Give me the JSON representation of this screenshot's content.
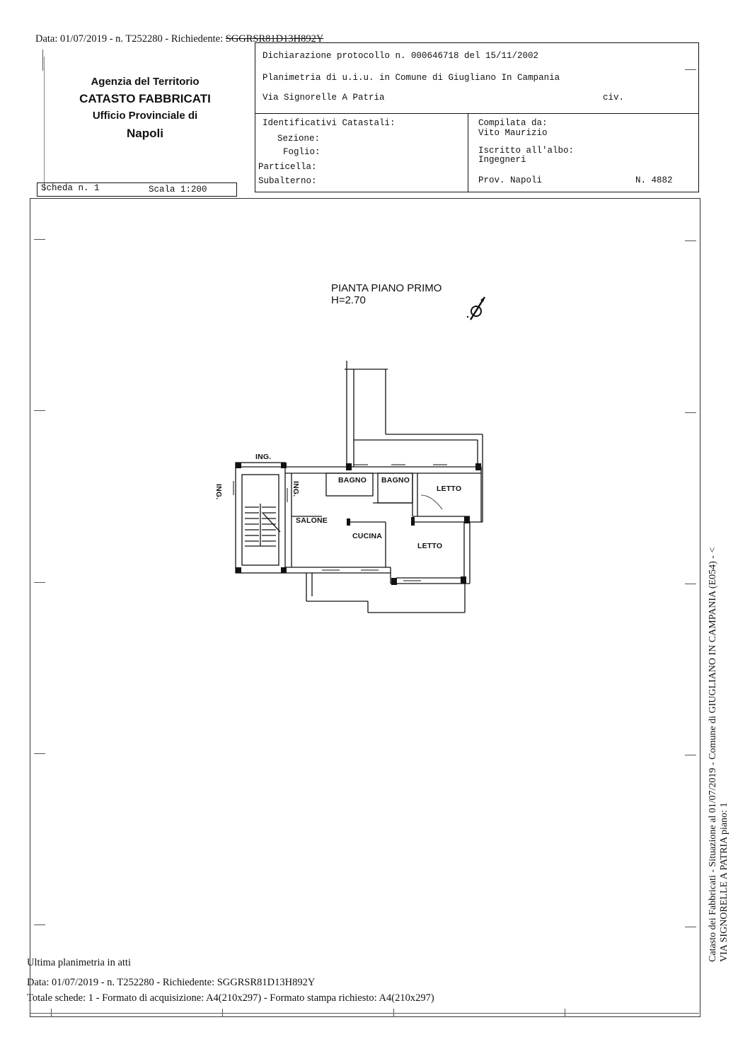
{
  "top_line": {
    "prefix": "Data: 01/07/2019 - n. T252280 - Richiedente: ",
    "struck_code": "SGGRSR81D13H892Y"
  },
  "header": {
    "dichiarazione": "Dichiarazione protocollo n. 000646718 del 15/11/2002",
    "planimetria": "Planimetria di u.i.u. in Comune di Giugliano In Campania",
    "via": "Via Signorelle A Patria",
    "civ": "civ.",
    "agency": {
      "line1": "Agenzia del Territorio",
      "line2": "CATASTO FABBRICATI",
      "line3": "Ufficio Provinciale di",
      "line4": "Napoli"
    },
    "identificativi": {
      "title": "Identificativi Catastali:",
      "sezione": "Sezione:",
      "foglio": "Foglio:",
      "particella": "Particella:",
      "subalterno": "Subalterno:"
    },
    "compilata": {
      "title": "Compilata da:",
      "name": "Vito Maurizio",
      "iscritto": "Iscritto all'albo:",
      "albo": "Ingegneri",
      "prov": "Prov. Napoli",
      "numero": "N.  4882"
    },
    "scheda": "Scheda n. 1",
    "scala": "Scala 1:200"
  },
  "plan": {
    "title_line1": "PIANTA PIANO PRIMO",
    "title_line2": "H=2.70",
    "north_icon": "north-arrow",
    "rooms": {
      "ing_top": "ING.",
      "ing_left": "ING.",
      "ing_right": "ING.",
      "bagno1": "BAGNO",
      "bagno2": "BAGNO",
      "letto1": "LETTO",
      "salone": "SALONE",
      "cucina": "CUCINA",
      "letto2": "LETTO"
    }
  },
  "footer": {
    "line1": "Ultima planimetria in atti",
    "line2": "Data: 01/07/2019 - n. T252280 - Richiedente: SGGRSR81D13H892Y",
    "line3": "Totale schede: 1 - Formato di acquisizione: A4(210x297)  - Formato stampa richiesto: A4(210x297)"
  },
  "side_text": {
    "line1": "Catasto dei Fabbricati - Situazione al 01/07/2019 - Comune di GIUGLIANO IN CAMPANIA (E054) - <",
    "line2": "VIA SIGNORELLE A PATRIA piano: 1"
  }
}
